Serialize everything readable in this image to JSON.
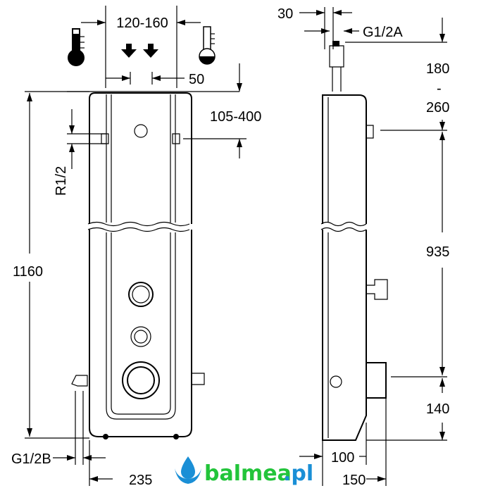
{
  "dimensions": {
    "inlet_spacing": "120-160",
    "inlet_offset": "50",
    "top_range": "105-400",
    "thread_left": "R1/2",
    "total_height": "1160",
    "outlet_thread": "G1/2B",
    "width": "235",
    "top_pipe_offset": "30",
    "top_thread": "G1/2A",
    "top_height_min": "180",
    "top_height_sep": "-",
    "top_height_max": "260",
    "mid_height": "935",
    "bottom_height": "140",
    "depth_a": "100",
    "depth_b": "150"
  },
  "icons": {
    "hot": "thermometer-hot-icon",
    "cold": "thermometer-cold-icon",
    "flow": "down-arrow-icon"
  },
  "logo": {
    "text_main": "balmea",
    "text_tld": ".pl",
    "green": "#22c43a",
    "blue": "#1a8fd6"
  }
}
